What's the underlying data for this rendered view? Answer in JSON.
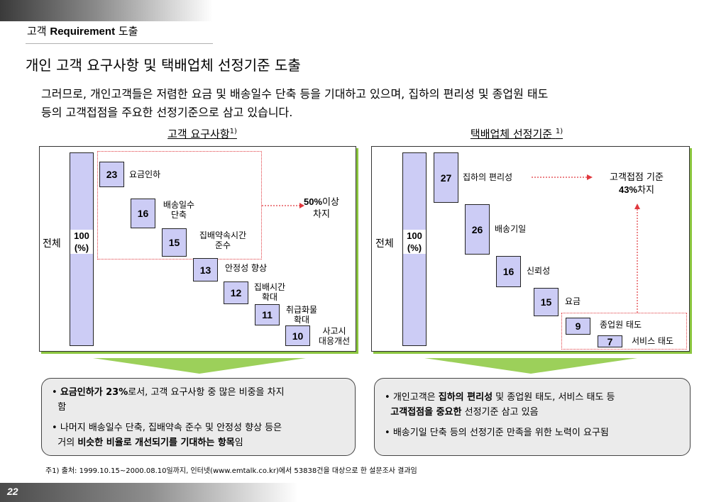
{
  "header": {
    "section_prefix": "고객 ",
    "section_bold": "Requirement",
    "section_suffix": " 도출",
    "main_title": "개인 고객 요구사항 및 택배업체 선정기준 도출",
    "lead_line1": "그러므로, 개인고객들은 저렴한 요금 및 배송일수 단축 등을 기대하고 있으며, 집하의 편리성 및 종업원 태도",
    "lead_line2": "등의 고객접점을 주요한 선정기준으로 삼고 있습니다."
  },
  "left_chart": {
    "heading": "고객 요구사항",
    "heading_note": "1)",
    "total_label": "전체",
    "total_value_1": "100",
    "total_value_2": "(%)",
    "items": [
      {
        "value": "23",
        "label_1": "요금인하",
        "label_2": ""
      },
      {
        "value": "16",
        "label_1": "배송일수",
        "label_2": "단축"
      },
      {
        "value": "15",
        "label_1": "집배약속시간",
        "label_2": "준수"
      },
      {
        "value": "13",
        "label_1": "안정성 향상",
        "label_2": ""
      },
      {
        "value": "12",
        "label_1": "집배시간",
        "label_2": "확대"
      },
      {
        "value": "11",
        "label_1": "취급화물",
        "label_2": "확대"
      },
      {
        "value": "10",
        "label_1": "사고시",
        "label_2": "대응개선"
      }
    ],
    "conclusion_bold": "50%",
    "conclusion_1": "이상",
    "conclusion_2": "차지"
  },
  "right_chart": {
    "heading": "택배업체 선정기준 ",
    "heading_note": "1)",
    "total_label": "전체",
    "total_value_1": "100",
    "total_value_2": "(%)",
    "items": [
      {
        "value": "27",
        "label_1": "집하의 편리성"
      },
      {
        "value": "26",
        "label_1": "배송기일"
      },
      {
        "value": "16",
        "label_1": "신뢰성"
      },
      {
        "value": "15",
        "label_1": "요금"
      },
      {
        "value": "9",
        "label_1": "종업원 태도"
      },
      {
        "value": "7",
        "label_1": "서비스 태도"
      }
    ],
    "conclusion_1": "고객접점 기준",
    "conclusion_bold": "43%",
    "conclusion_2": "차지"
  },
  "left_box": {
    "b1_bold": "요금인하가 23%",
    "b1_rest": "로서, 고객 요구사항 중 많은 비중을 차지",
    "b1_line2": "함",
    "b2_line1": "나머지 배송일수 단축, 집배약속 준수 및 안정성 향상 등은",
    "b2_pre": "거의 ",
    "b2_bold": "비슷한 비율로 개선되기를 기대하는 항목",
    "b2_post": "임"
  },
  "right_box": {
    "b1_pre": "개인고객은 ",
    "b1_bold": "집하의 편리성",
    "b1_post": " 및 종업원 태도, 서비스 태도 등",
    "b1_bold2": "고객접점을 중요한",
    "b1_post2": " 선정기준 삼고 있음",
    "b2": "배송기일 단축 등의 선정기준 만족을 위한 노력이 요구됨"
  },
  "footnote": "주1) 출처: 1999.10.15~2000.08.10일까지, 인터넷(www.emtalk.co.kr)에서 53838건을 대상으로 한 설문조사 결과임",
  "page_number": "22",
  "colors": {
    "bar_fill": "#ccccf5",
    "accent_green": "#8cc63f",
    "dotted_red": "#e0383e"
  }
}
